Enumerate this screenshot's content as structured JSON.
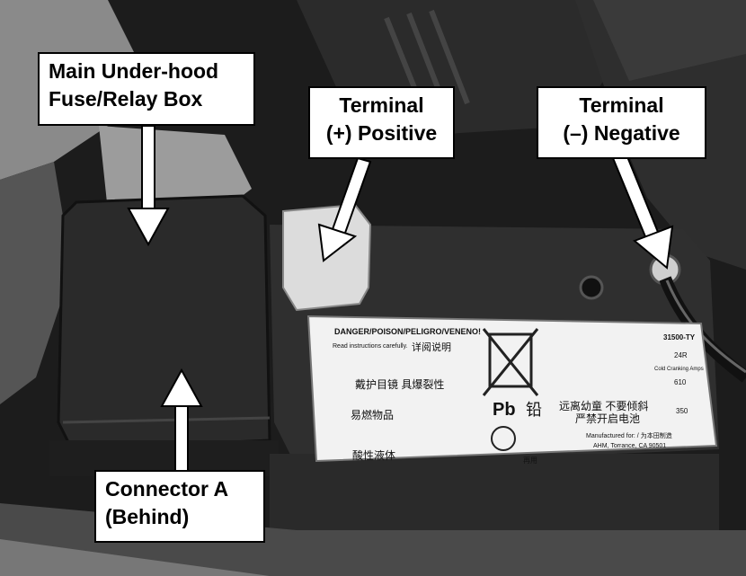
{
  "callouts": {
    "fusebox": {
      "line1": "Main Under-hood",
      "line2": "Fuse/Relay Box"
    },
    "positive": {
      "line1": "Terminal",
      "line2": "(+) Positive"
    },
    "negative": {
      "line1": "Terminal",
      "line2": "(–) Negative"
    },
    "connector": {
      "line1": "Connector A",
      "line2": "(Behind)"
    }
  },
  "battery_label": {
    "warning": "DANGER/POISON/PELIGRO/VENENO!",
    "read_instructions": "Read instructions carefully.",
    "read_instructions_cn": "详阅说明",
    "shield_eyes_cn": "戴护目镜 具爆裂性",
    "flammable_cn": "易燃物品",
    "acid_cn": "酸性液体",
    "pb_symbol": "Pb",
    "pb_cn": "铅",
    "keep_away_cn": "远离幼童 不要倾斜",
    "no_open_cn": "严禁开启电池",
    "recycle_cn": "再用",
    "manufacturer": "Manufactured for: / 为本田制造",
    "address": "AHM, Torrance, CA 90501",
    "part_no": "31500-TY",
    "spec1": "24R",
    "spec2": "610",
    "spec3": "350",
    "cca_label": "Cold Cranking Amps"
  },
  "palette": {
    "background": "#1a1a1a",
    "callout_bg": "#ffffff",
    "callout_border": "#000000"
  }
}
